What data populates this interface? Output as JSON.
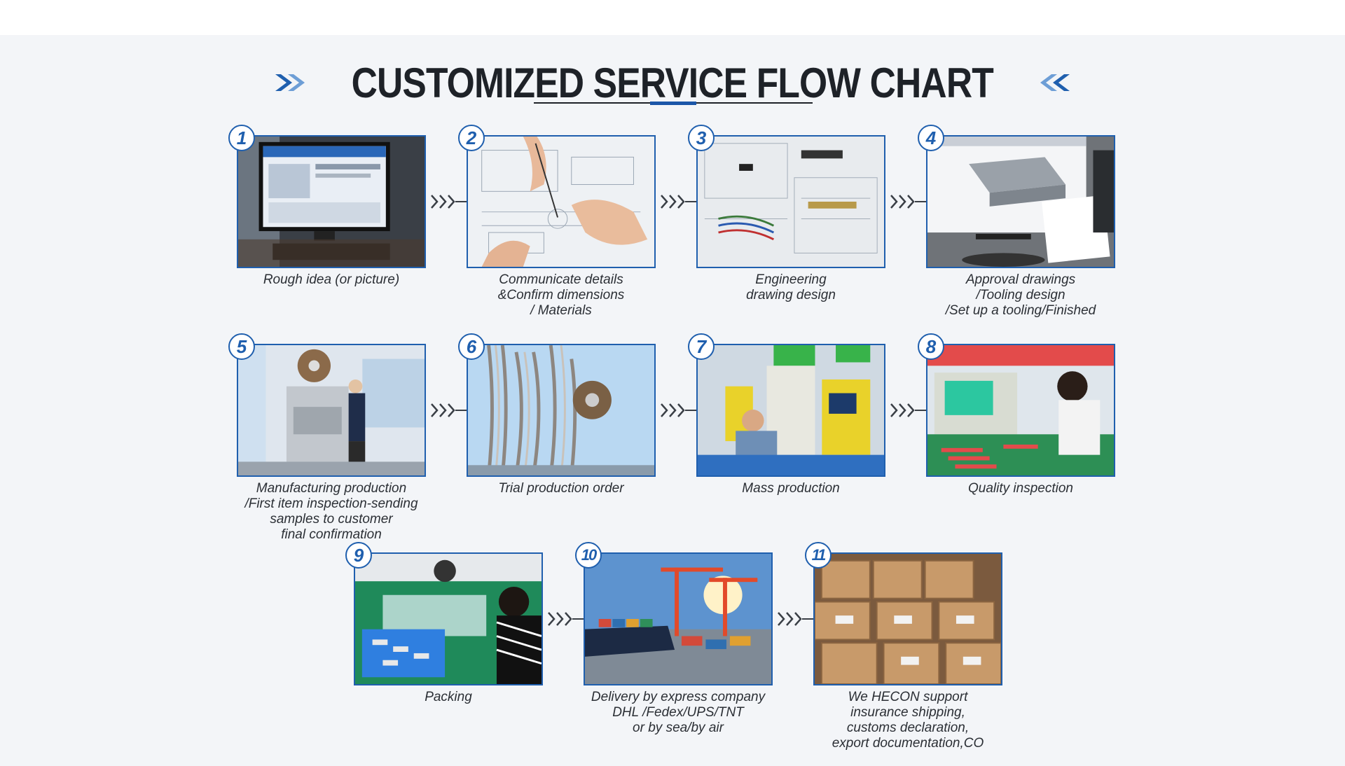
{
  "title": "CUSTOMIZED SERVICE FLOW CHART",
  "colors": {
    "accent": "#1f5fae",
    "title": "#1e2228",
    "band": "#f3f5f8"
  },
  "steps": [
    {
      "number": "1",
      "lines": [
        "Rough idea (or picture)"
      ]
    },
    {
      "number": "2",
      "lines": [
        "Communicate details",
        "&Confirm dimensions",
        "/ Materials"
      ]
    },
    {
      "number": "3",
      "lines": [
        "Engineering",
        "drawing design"
      ]
    },
    {
      "number": "4",
      "lines": [
        "Approval drawings",
        "/Tooling design",
        "/Set up a tooling/Finished"
      ]
    },
    {
      "number": "5",
      "lines": [
        "Manufacturing production",
        "/First item inspection-sending",
        "samples to customer",
        "final confirmation"
      ]
    },
    {
      "number": "6",
      "lines": [
        "Trial production order"
      ]
    },
    {
      "number": "7",
      "lines": [
        "Mass production"
      ]
    },
    {
      "number": "8",
      "lines": [
        "Quality inspection"
      ]
    },
    {
      "number": "9",
      "lines": [
        "Packing"
      ]
    },
    {
      "number": "10",
      "lines": [
        "Delivery by express company",
        "DHL /Fedex/UPS/TNT",
        "or by sea/by air"
      ]
    },
    {
      "number": "11",
      "lines": [
        "We HECON support",
        "insurance shipping,",
        "customs declaration,",
        "export documentation,CO"
      ]
    }
  ],
  "icons": {
    "arrow": "triple-chevron-arrow-icon",
    "title_left": "double-chevron-right-icon",
    "title_right": "double-chevron-left-icon"
  }
}
